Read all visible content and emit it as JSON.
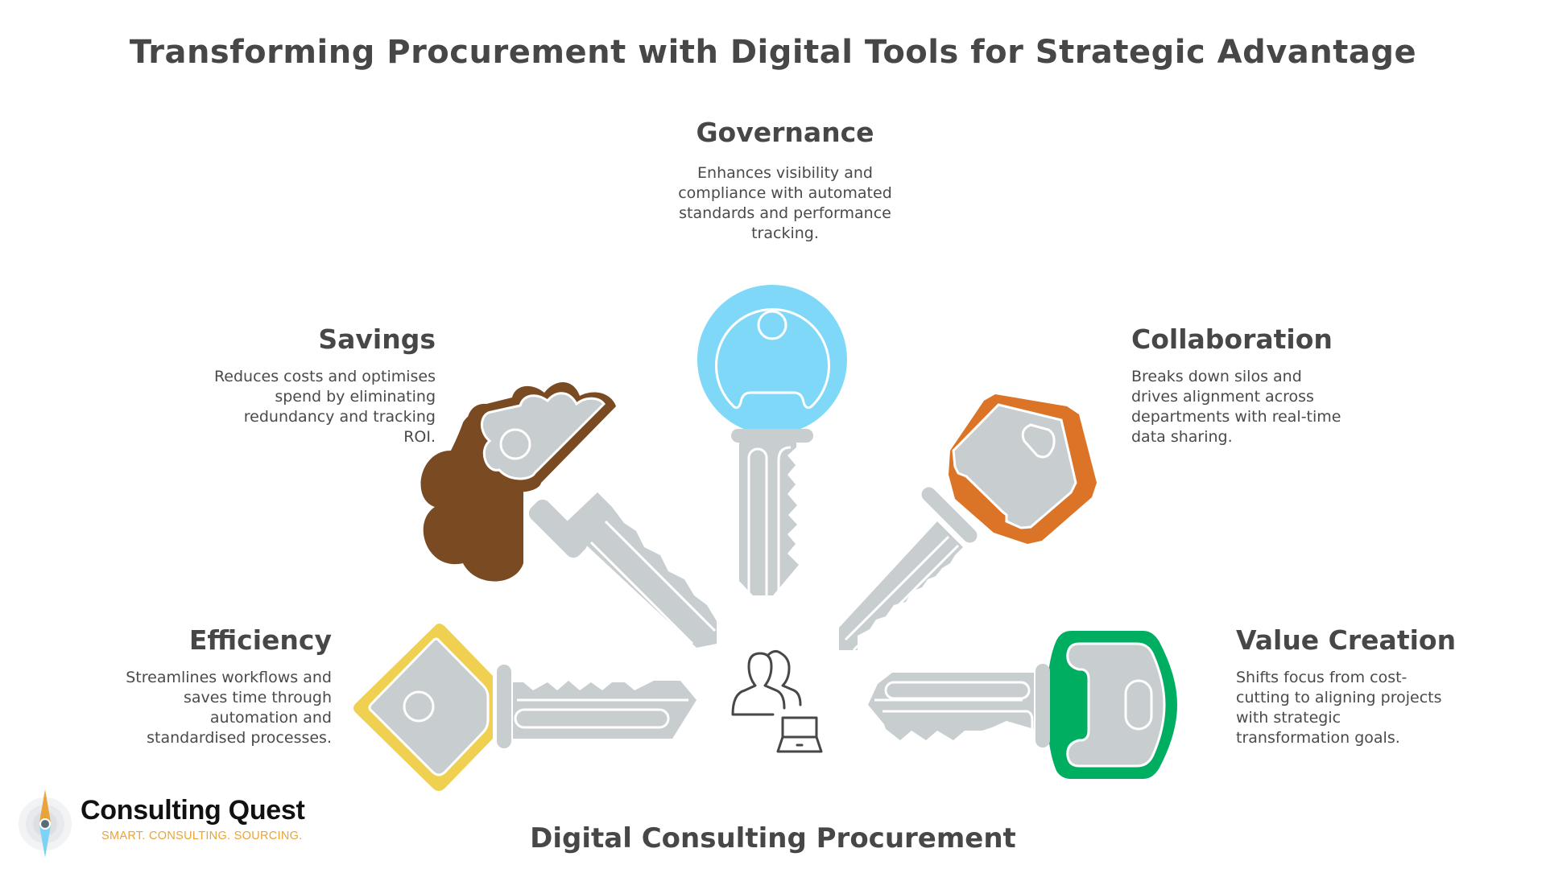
{
  "title": "Transforming Procurement with Digital Tools for Strategic Advantage",
  "center_label": "Digital Consulting Procurement",
  "center_icon": "team-laptop-icon",
  "colors": {
    "text": "#474747",
    "key_gray": "#c8cdd0",
    "governance": "#80d8f8",
    "savings": "#7a4a22",
    "collaboration": "#dc7428",
    "efficiency": "#f0d050",
    "value_creation": "#00ae62",
    "logo_accent": "#e8a33a"
  },
  "items": {
    "governance": {
      "title": "Governance",
      "lines": [
        "Enhances visibility and",
        "compliance with automated",
        "standards and performance",
        "tracking."
      ],
      "key_color": "#80d8f8"
    },
    "savings": {
      "title": "Savings",
      "lines": [
        "Reduces costs and optimises",
        "spend by eliminating",
        "redundancy and tracking",
        "ROI."
      ],
      "key_color": "#7a4a22"
    },
    "collaboration": {
      "title": "Collaboration",
      "lines": [
        "Breaks down silos and",
        "drives alignment across",
        "departments with real-time",
        "data sharing."
      ],
      "key_color": "#dc7428"
    },
    "efficiency": {
      "title": "Efficiency",
      "lines": [
        "Streamlines workflows and",
        "saves time through",
        "automation and",
        "standardised processes."
      ],
      "key_color": "#f0d050"
    },
    "value_creation": {
      "title": "Value Creation",
      "lines": [
        "Shifts focus from cost-",
        "cutting to aligning projects",
        "with strategic",
        "transformation goals."
      ],
      "key_color": "#00ae62"
    }
  },
  "logo": {
    "name": "Consulting Quest",
    "tagline": "SMART. CONSULTING. SOURCING.",
    "icon": "compass-icon"
  }
}
